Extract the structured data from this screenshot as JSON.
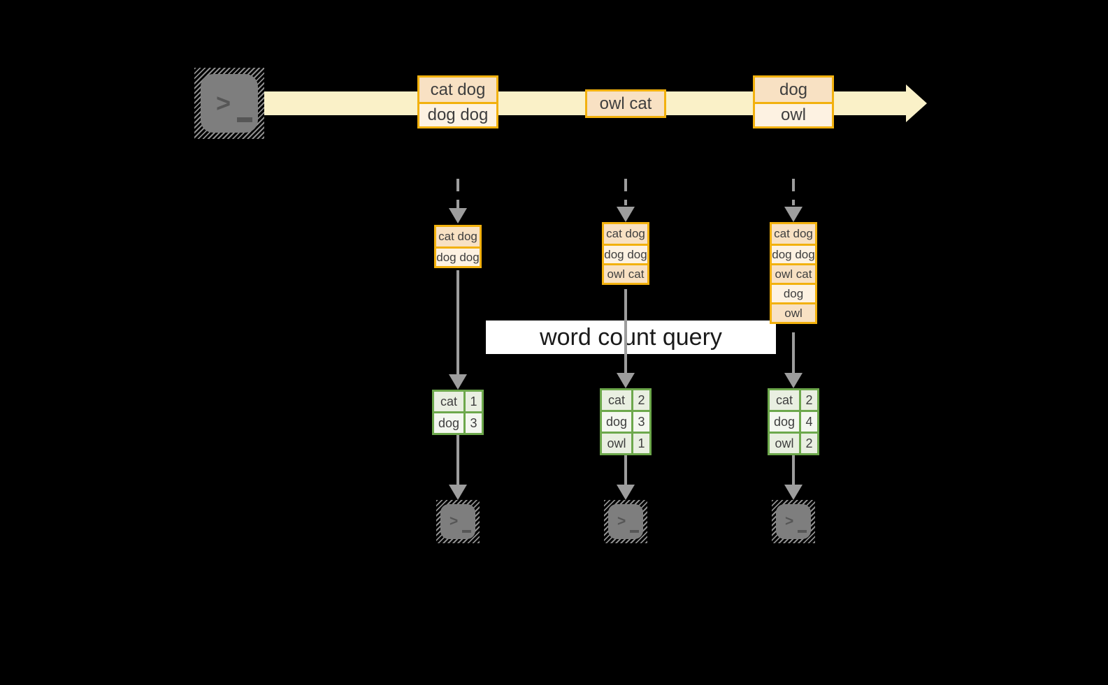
{
  "query_label": "word count query",
  "prompt_glyph": ">",
  "stream": {
    "source_icon": "terminal-prompt",
    "batches": [
      {
        "lines": [
          "cat dog",
          "dog dog"
        ]
      },
      {
        "lines": [
          "owl cat"
        ]
      },
      {
        "lines": [
          "dog",
          "owl"
        ]
      }
    ]
  },
  "columns": [
    {
      "state_lines": [
        "cat dog",
        "dog dog"
      ],
      "counts": [
        {
          "word": "cat",
          "count": "1"
        },
        {
          "word": "dog",
          "count": "3"
        }
      ],
      "sink_icon": "terminal-prompt"
    },
    {
      "state_lines": [
        "cat dog",
        "dog dog",
        "owl cat"
      ],
      "counts": [
        {
          "word": "cat",
          "count": "2"
        },
        {
          "word": "dog",
          "count": "3"
        },
        {
          "word": "owl",
          "count": "1"
        }
      ],
      "sink_icon": "terminal-prompt"
    },
    {
      "state_lines": [
        "cat dog",
        "dog dog",
        "owl cat",
        "dog",
        "owl"
      ],
      "counts": [
        {
          "word": "cat",
          "count": "2"
        },
        {
          "word": "dog",
          "count": "4"
        },
        {
          "word": "owl",
          "count": "2"
        }
      ],
      "sink_icon": "terminal-prompt"
    }
  ],
  "colors": {
    "background": "#000000",
    "stream_band": "#FAF1C8",
    "box_border": "#F2B10E",
    "box_fill_dark": "#F8E1C3",
    "box_fill_light": "#FDF2E2",
    "table_border": "#6DA84C",
    "table_fill_dark": "#E9EFE1",
    "table_fill_light": "#F4F7F0",
    "arrow_gray": "#9D9D9D",
    "terminal_gray": "#7E7E7E",
    "text": "#3E3E3E"
  }
}
